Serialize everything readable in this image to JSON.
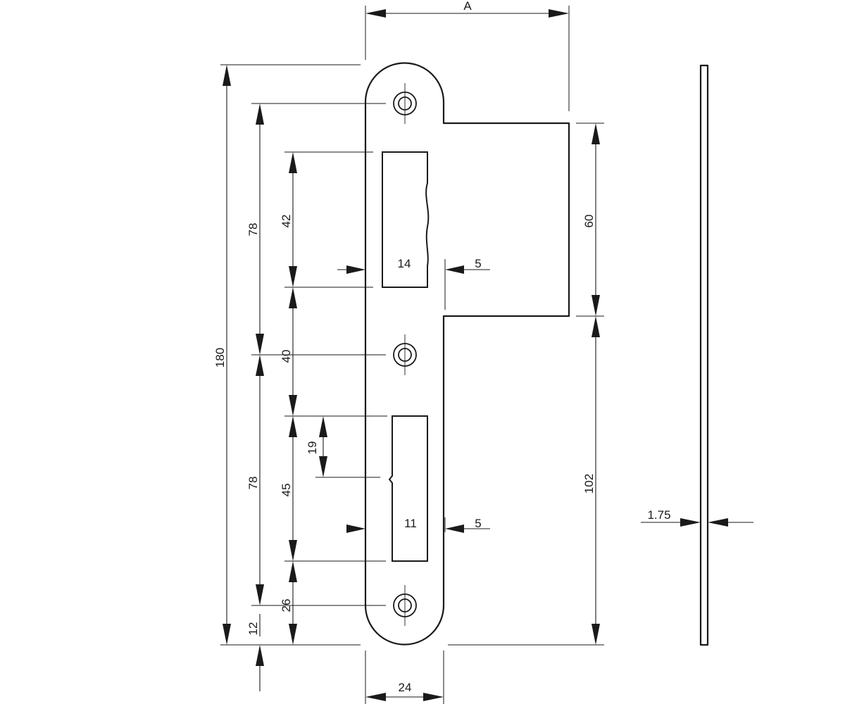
{
  "diagram": {
    "dimensions": {
      "top_width": "A",
      "total_height": "180",
      "upper_span": "78",
      "lower_span": "78",
      "upper_slot_height": "42",
      "middle_gap": "40",
      "lower_slot_height": "45",
      "notch_depth": "19",
      "bottom_screw_offset": "26",
      "bottom_margin": "12",
      "upper_slot_width": "14",
      "upper_slot_margin": "5",
      "lower_slot_width": "11",
      "lower_slot_margin": "5",
      "flange_height": "60",
      "flange_bottom_span": "102",
      "plate_width": "24",
      "thickness": "1.75"
    }
  }
}
